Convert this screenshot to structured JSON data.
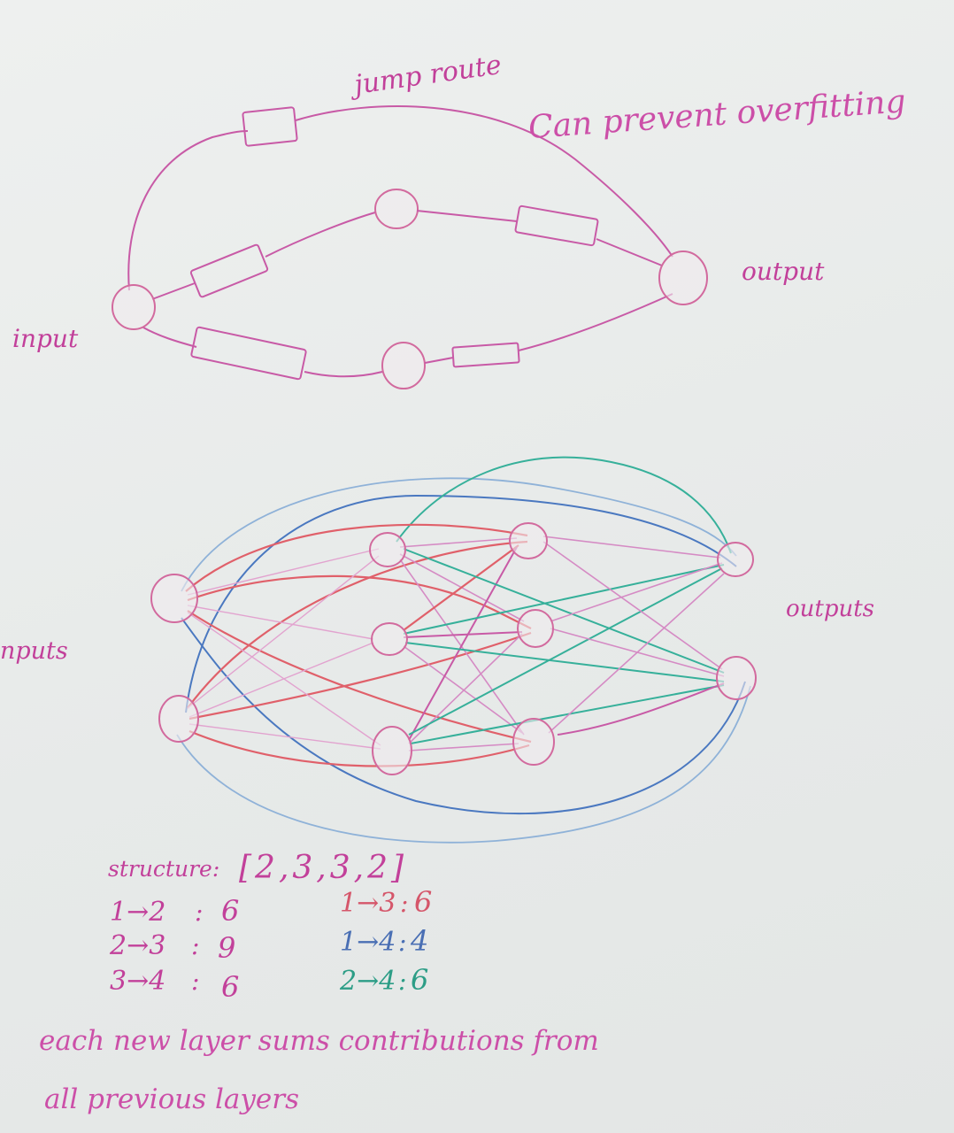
{
  "top_diagram": {
    "jump_route": "jump route",
    "note": "Can prevent overfitting",
    "input": "input",
    "output": "output"
  },
  "bottom_diagram": {
    "inputs": "nputs",
    "outputs": "outputs"
  },
  "structure": {
    "label": "structure:",
    "value": "[2,3,3,2]",
    "counts": [
      {
        "route": "1→2",
        "sep": ":",
        "n": "6"
      },
      {
        "route": "2→3",
        "sep": ":",
        "n": "9"
      },
      {
        "route": "3→4",
        "sep": ":",
        "n": "6"
      },
      {
        "route": "1→3",
        "sep": ":",
        "n": "6"
      },
      {
        "route": "1→4",
        "sep": ":",
        "n": "4"
      },
      {
        "route": "2→4",
        "sep": ":",
        "n": "6"
      }
    ]
  },
  "footnote": {
    "line1": "each new layer sums contributions from",
    "line2": "all previous layers"
  },
  "colors": {
    "marker_pink": "#c2409a",
    "marker_red": "#e0606a",
    "marker_blue": "#4a78c0",
    "marker_green": "#36b09a"
  }
}
